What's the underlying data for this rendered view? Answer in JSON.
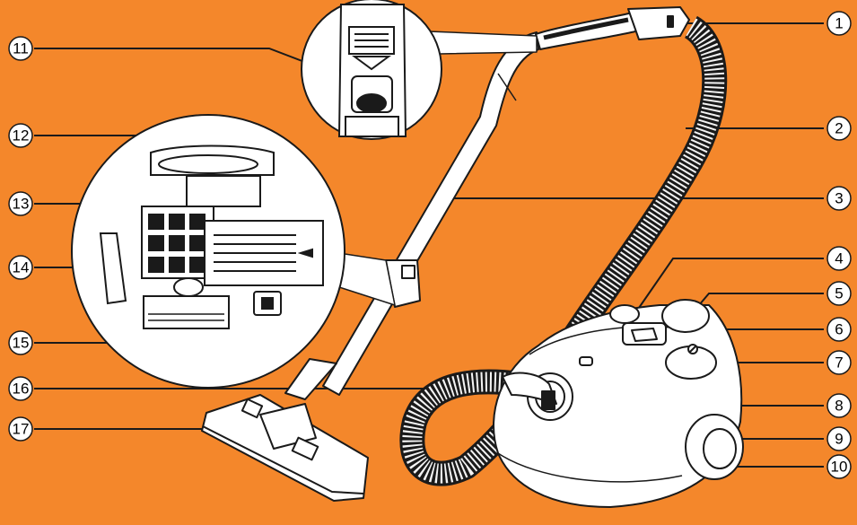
{
  "colors": {
    "background": "#f4872b",
    "line": "#1a1a1a",
    "part_fill": "#ffffff",
    "badge_fill": "#ffffff"
  },
  "callouts": [
    {
      "id": "1",
      "label": "1"
    },
    {
      "id": "2",
      "label": "2"
    },
    {
      "id": "3",
      "label": "3"
    },
    {
      "id": "4",
      "label": "4"
    },
    {
      "id": "5",
      "label": "5"
    },
    {
      "id": "6",
      "label": "6"
    },
    {
      "id": "7",
      "label": "7"
    },
    {
      "id": "8",
      "label": "8"
    },
    {
      "id": "9",
      "label": "9"
    },
    {
      "id": "10",
      "label": "10"
    },
    {
      "id": "11",
      "label": "11"
    },
    {
      "id": "12",
      "label": "12"
    },
    {
      "id": "13",
      "label": "13"
    },
    {
      "id": "14",
      "label": "14"
    },
    {
      "id": "15",
      "label": "15"
    },
    {
      "id": "16",
      "label": "16"
    },
    {
      "id": "17",
      "label": "17"
    }
  ]
}
